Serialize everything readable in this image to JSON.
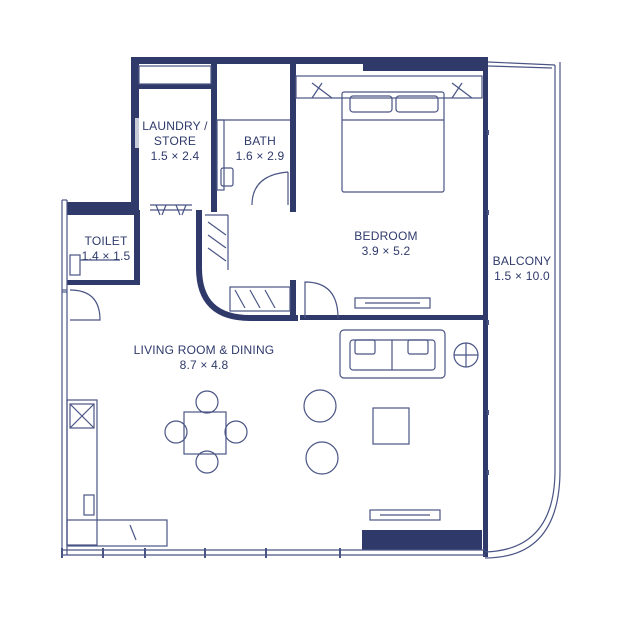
{
  "colors": {
    "wall": "#2f3a6b",
    "line": "#4a5585",
    "background": "#ffffff"
  },
  "rooms": {
    "laundry": {
      "name": "LAUNDRY /\nSTORE",
      "name_line1": "LAUNDRY /",
      "name_line2": "STORE",
      "dims": "1.5 × 2.4"
    },
    "bath": {
      "name": "BATH",
      "dims": "1.6 × 2.9"
    },
    "toilet": {
      "name": "TOILET",
      "dims": "1.4 × 1.5"
    },
    "bedroom": {
      "name": "BEDROOM",
      "dims": "3.9 × 5.2"
    },
    "balcony": {
      "name": "BALCONY",
      "dims": "1.5 × 10.0"
    },
    "living": {
      "name": "LIVING ROOM & DINING",
      "dims": "8.7 × 4.8"
    }
  }
}
